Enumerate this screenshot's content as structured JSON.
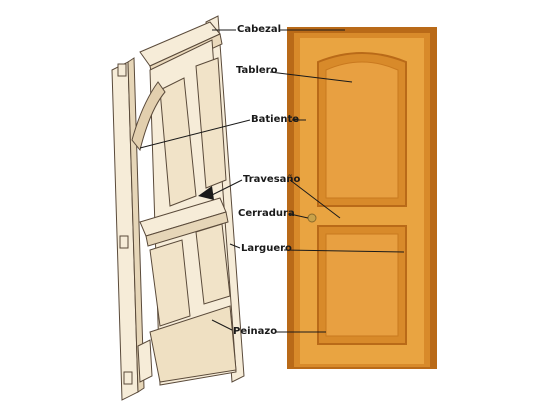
{
  "labels": {
    "cabezal": "Cabezal",
    "tablero": "Tablero",
    "batiente": "Batiente",
    "travesano": "Travesaño",
    "cerradura": "Cerradura",
    "larguero": "Larguero",
    "peinazo": "Peinazo"
  },
  "colors": {
    "wood_light": "#e9a441",
    "wood_mid": "#d88a2a",
    "wood_dark": "#b96a18",
    "sketch_fill": "#f6ecd8",
    "sketch_line": "#5a4a3a"
  }
}
